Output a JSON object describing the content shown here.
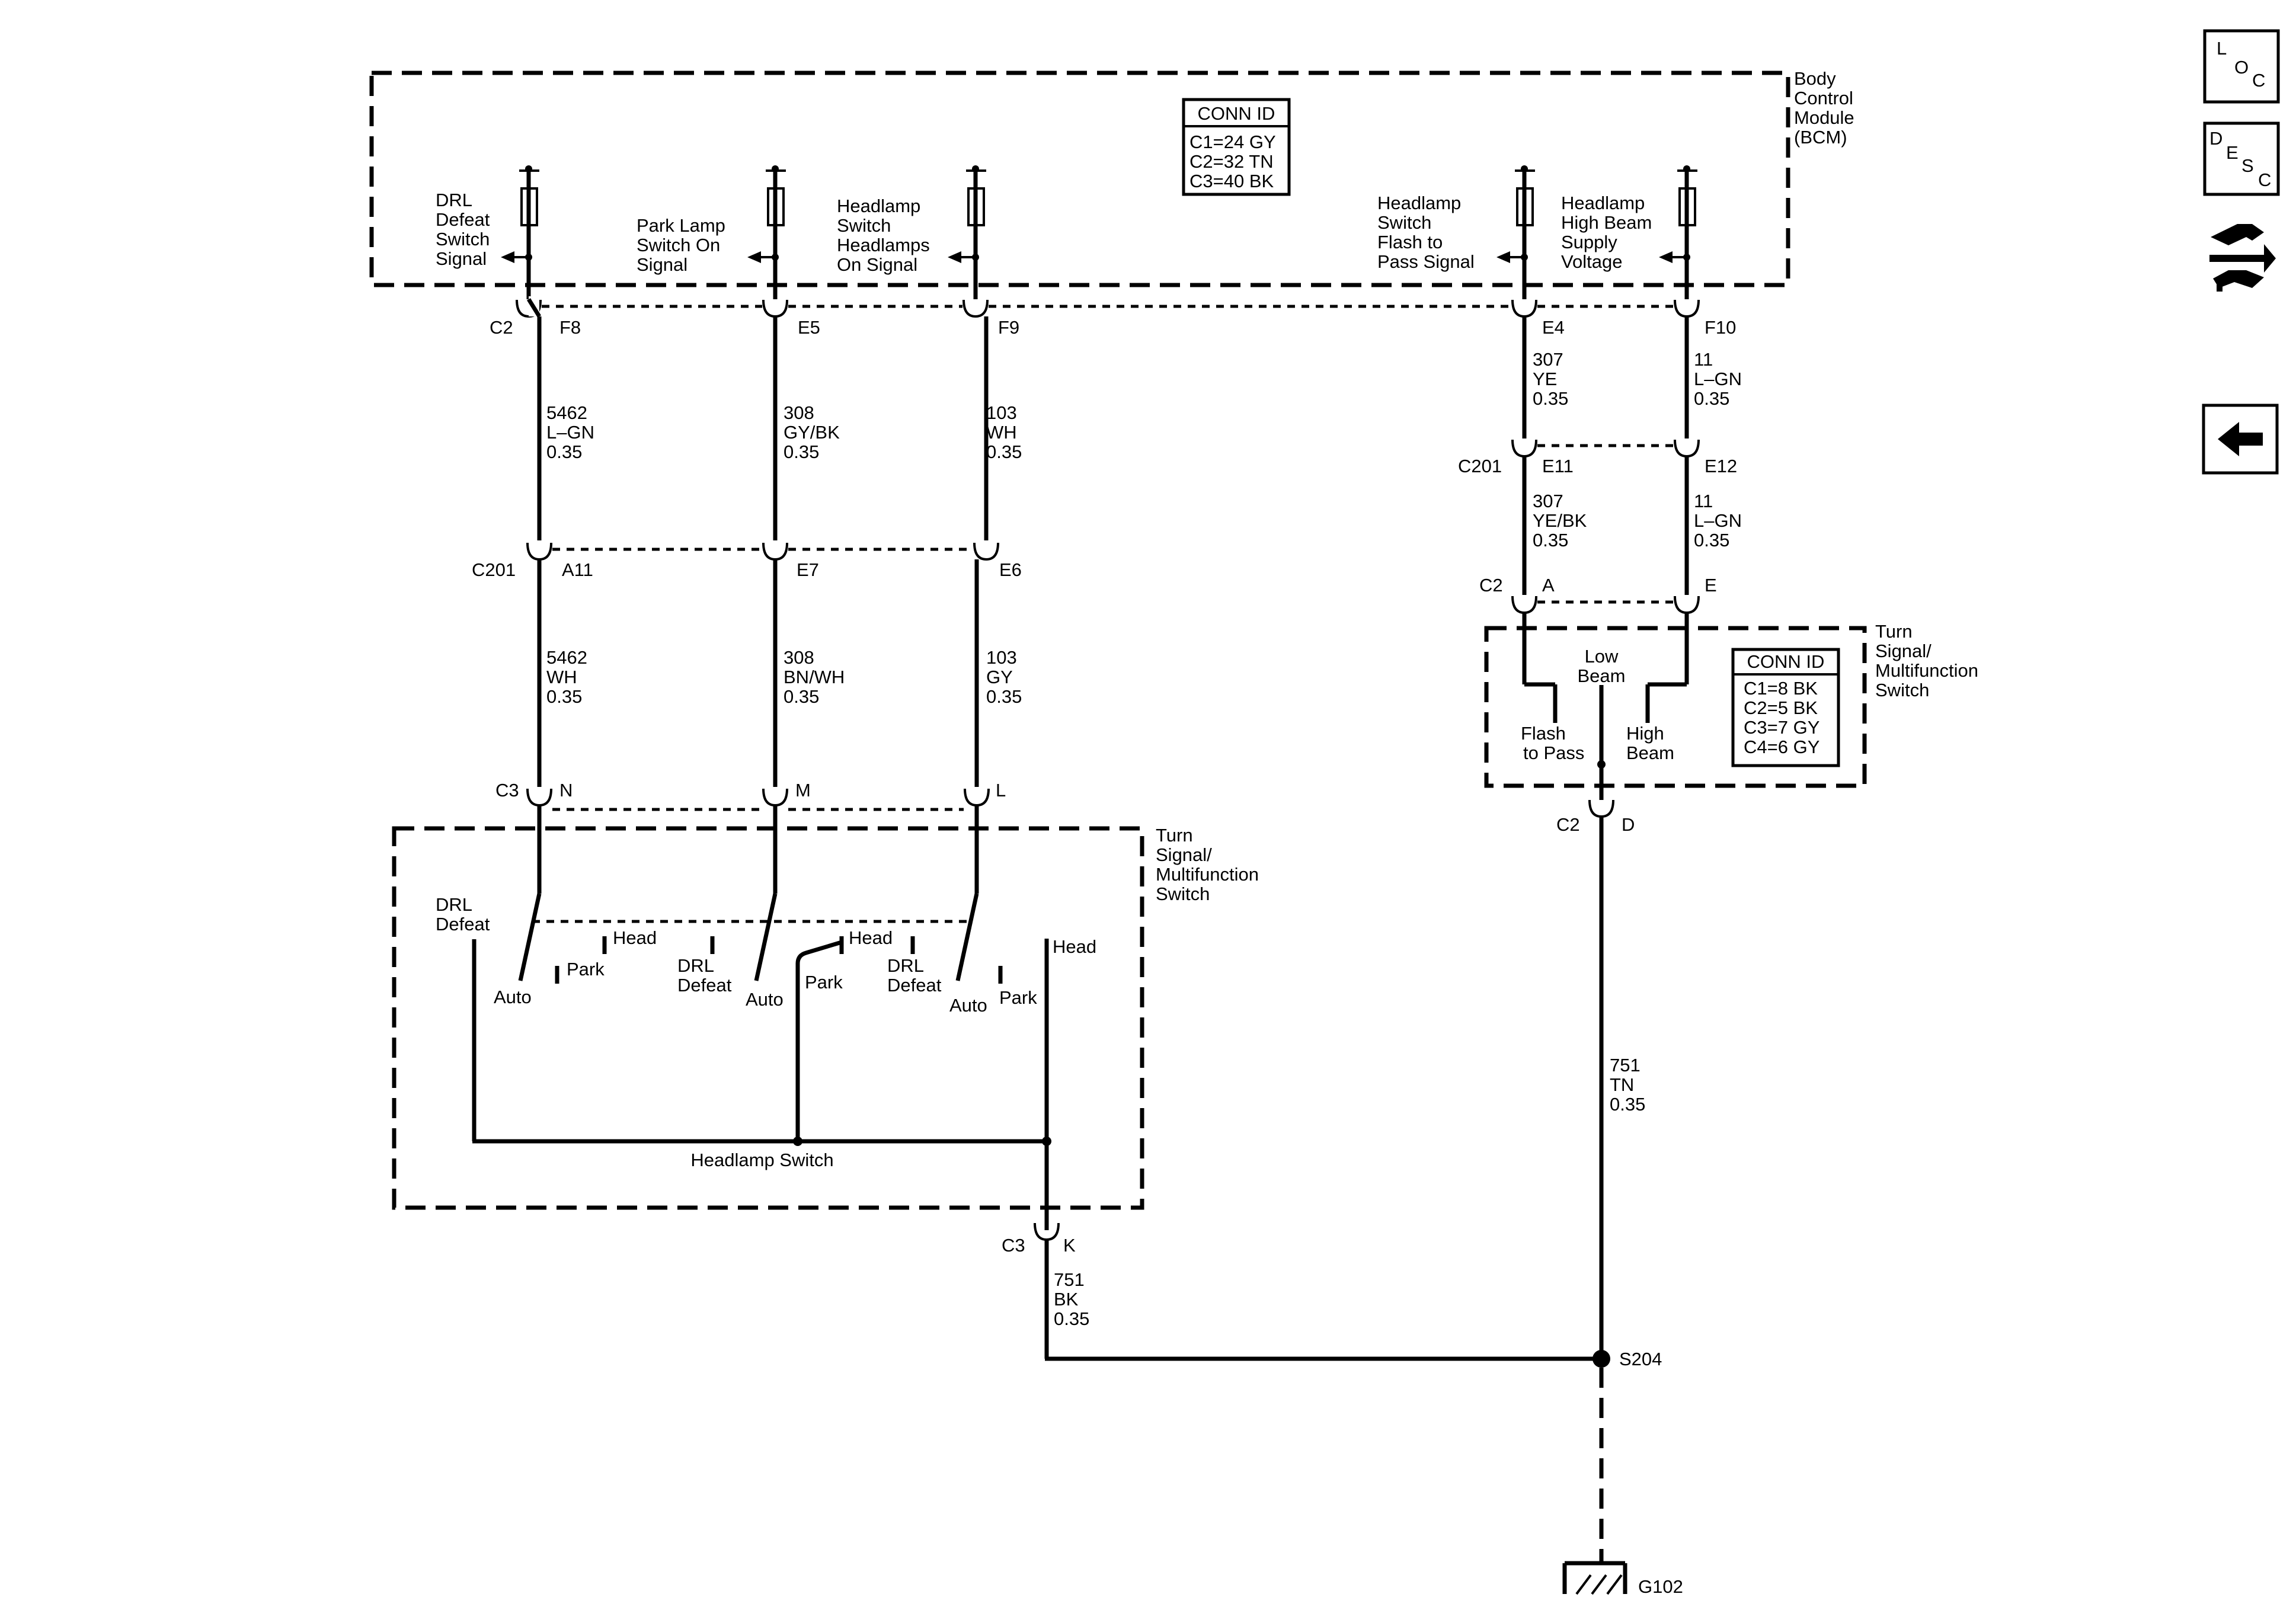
{
  "bcm": {
    "label": [
      "Body",
      "Control",
      "Module",
      "(BCM)"
    ],
    "conn_title": "CONN ID",
    "conn_rows": [
      "C1=24 GY",
      "C2=32 TN",
      "C3=40 BK"
    ],
    "signals": {
      "drl": [
        "DRL",
        "Defeat",
        "Switch",
        "Signal"
      ],
      "park": [
        "Park Lamp",
        "Switch On",
        "Signal"
      ],
      "head": [
        "Headlamp",
        "Switch",
        "Headlamps",
        "On Signal"
      ],
      "flash": [
        "Headlamp",
        "Switch",
        "Flash to",
        "Pass Signal"
      ],
      "high": [
        "Headlamp",
        "High Beam",
        "Supply",
        "Voltage"
      ]
    }
  },
  "connectors": {
    "bcm_c2": "C2",
    "pins_top": [
      "F8",
      "E5",
      "F9",
      "E4",
      "F10"
    ],
    "c201_left": "C201",
    "pins_c201_left": [
      "A11",
      "E7",
      "E6"
    ],
    "c201_right": "C201",
    "pins_c201_right": [
      "E11",
      "E12"
    ],
    "c3_top": "C3",
    "pins_c3": [
      "N",
      "M",
      "L"
    ],
    "c2_right": "C2",
    "pins_c2_right": [
      "A",
      "E"
    ],
    "c2_bottom": "C2",
    "pin_c2_bottom": "D",
    "c3_bottom": "C3",
    "pin_c3_bottom": "K"
  },
  "wires": {
    "w_drl_1": [
      "5462",
      "L–GN",
      "0.35"
    ],
    "w_park_1": [
      "308",
      "GY/BK",
      "0.35"
    ],
    "w_head_1": [
      "103",
      "WH",
      "0.35"
    ],
    "w_flash_1": [
      "307",
      "YE",
      "0.35"
    ],
    "w_high_1": [
      "11",
      "L–GN",
      "0.35"
    ],
    "w_drl_2": [
      "5462",
      "WH",
      "0.35"
    ],
    "w_park_2": [
      "308",
      "BN/WH",
      "0.35"
    ],
    "w_head_2": [
      "103",
      "GY",
      "0.35"
    ],
    "w_flash_2": [
      "307",
      "YE/BK",
      "0.35"
    ],
    "w_high_2": [
      "11",
      "L–GN",
      "0.35"
    ],
    "w_ground_right": [
      "751",
      "TN",
      "0.35"
    ],
    "w_ground_left": [
      "751",
      "BK",
      "0.35"
    ]
  },
  "multifunction_left": {
    "label": [
      "Turn",
      "Signal/",
      "Multifunction",
      "Switch"
    ],
    "switch_name": "Headlamp Switch",
    "drl_defeat_top": [
      "DRL",
      "Defeat"
    ],
    "auto": "Auto",
    "park": "Park",
    "head": "Head",
    "drl_defeat": [
      "DRL",
      "Defeat"
    ]
  },
  "multifunction_right": {
    "label": [
      "Turn",
      "Signal/",
      "Multifunction",
      "Switch"
    ],
    "low_beam": [
      "Low",
      "Beam"
    ],
    "flash_to_pass": [
      "Flash",
      "to Pass"
    ],
    "high_beam": [
      "High",
      "Beam"
    ],
    "conn_title": "CONN ID",
    "conn_rows": [
      "C1=8 BK",
      "C2=5 BK",
      "C3=7 GY",
      "C4=6 GY"
    ]
  },
  "splice": "S204",
  "ground": "G102",
  "nav": {
    "loc": [
      "L",
      "O",
      "C"
    ],
    "desc": [
      "D",
      "E",
      "S",
      "C"
    ]
  }
}
